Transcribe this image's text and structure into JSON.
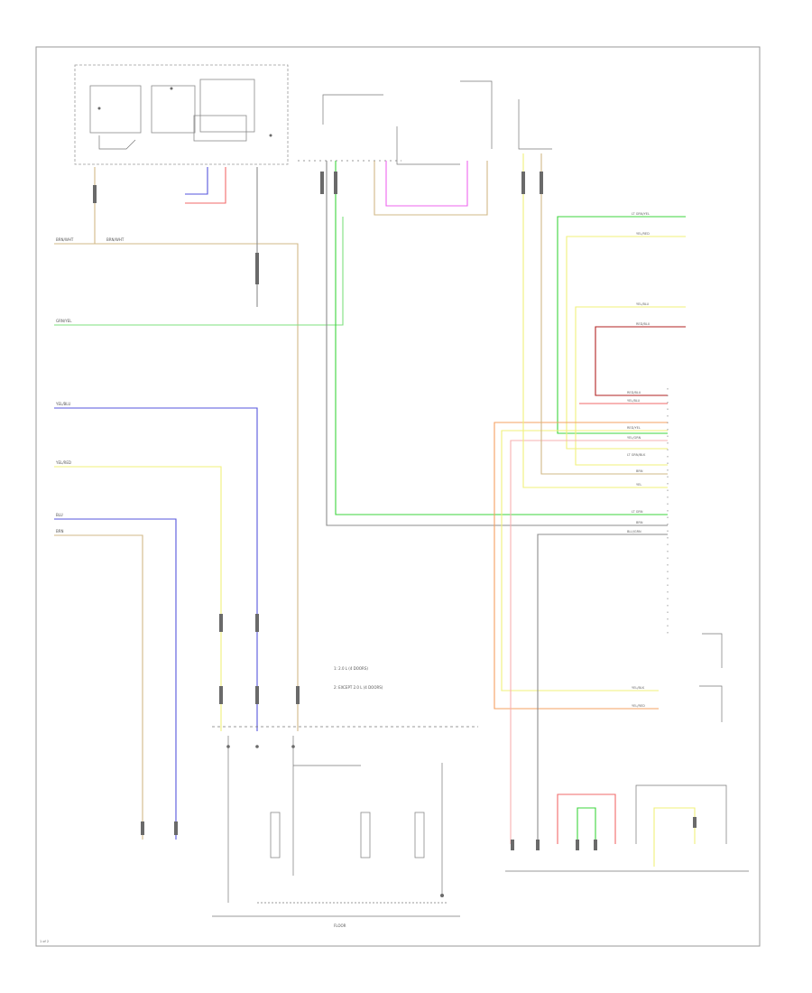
{
  "diagram": {
    "colors": {
      "frame": "#9a9a9a",
      "green": "#3cd43c",
      "yellow": "#f0f07a",
      "red": "#f26a6a",
      "blue": "#5555dd",
      "tan": "#d2b887",
      "gray": "#8c8c8c",
      "pink": "#ee66ee",
      "orange": "#f5a060"
    },
    "footer_code": "1 of 2",
    "center_legend": {
      "item1": "1: 2.0 L (4 DOORS)",
      "item2": "2: EXCEPT 2.0 L (4 DOORS)"
    },
    "bottom_center_label": "FLOOR",
    "left_wires": {
      "w1": "BRN/WHT",
      "w1b": "BRN/WHT",
      "w2": "GRN/YEL",
      "w3": "YEL/BLU",
      "w4": "YEL/RED",
      "w5": "BLU",
      "w6": "BRN"
    },
    "right_side_wires": {
      "r1": "LT GRN/YEL",
      "r2": "YEL/RED",
      "r3": "YEL/BLU",
      "r4": "RED/BLU",
      "r5": "RED/BLU",
      "r6": "YEL/BLU",
      "r7": "RED/YEL",
      "r8": "YEL/GRN",
      "r9": "LT GRN/BLK",
      "r10": "BRN",
      "r11": "YEL",
      "r12": "LT GRN",
      "r13": "BRN",
      "r14": "BLU/GRN",
      "r15": "YEL/BLK",
      "r16": "YEL/RED"
    }
  }
}
